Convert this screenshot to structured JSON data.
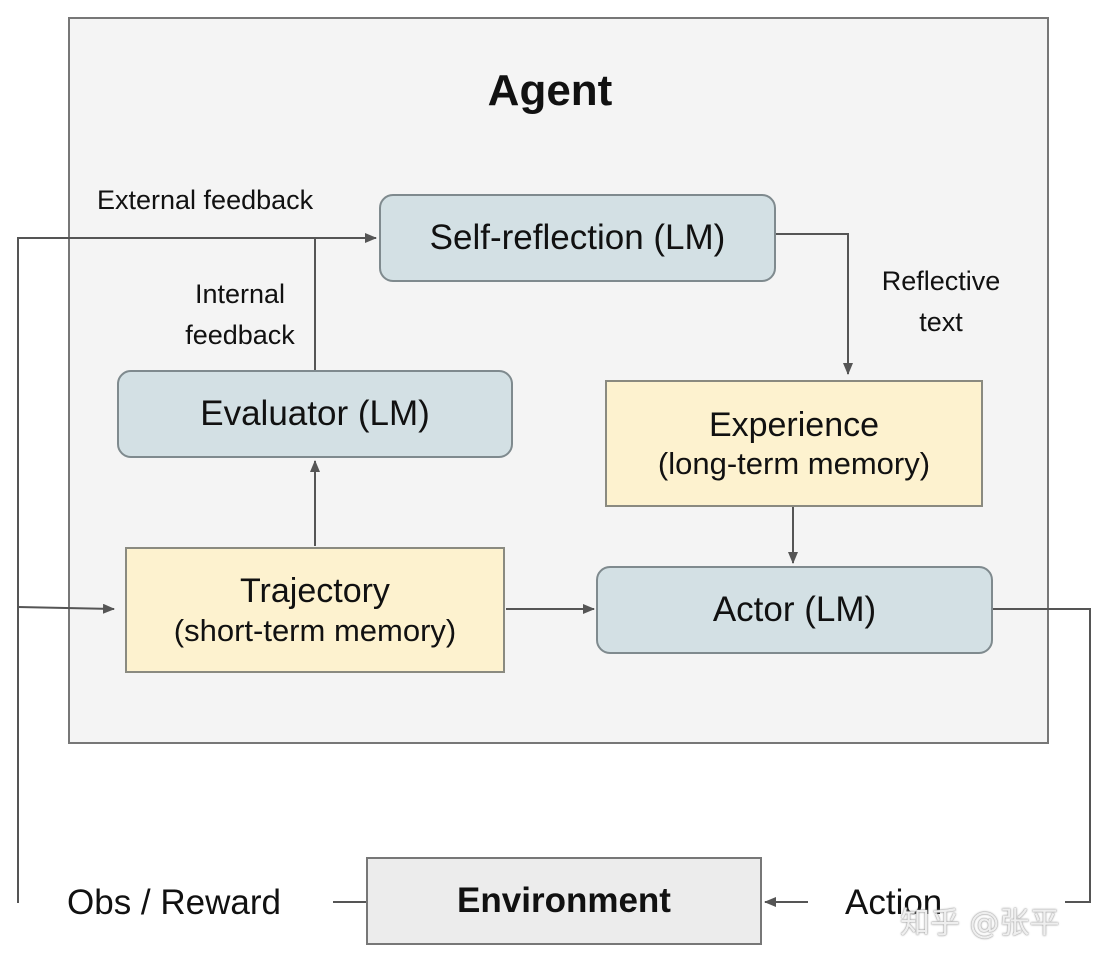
{
  "agent": {
    "title": "Agent"
  },
  "nodes": {
    "self_reflection": "Self-reflection (LM)",
    "evaluator": "Evaluator (LM)",
    "experience_title": "Experience",
    "experience_sub": "(long-term memory)",
    "trajectory_title": "Trajectory",
    "trajectory_sub": "(short-term memory)",
    "actor": "Actor (LM)",
    "environment": "Environment"
  },
  "edge_labels": {
    "external_feedback": "External feedback",
    "internal_feedback_line1": "Internal",
    "internal_feedback_line2": "feedback",
    "reflective_text_line1": "Reflective",
    "reflective_text_line2": "text",
    "obs_reward": "Obs / Reward",
    "action": "Action"
  },
  "watermark": "知乎 @张平",
  "colors": {
    "lm_box": "#d3e0e4",
    "memory_box": "#fdf2cf",
    "agent_frame": "#f4f4f4",
    "environment_box": "#ececec",
    "edge": "#555555"
  }
}
